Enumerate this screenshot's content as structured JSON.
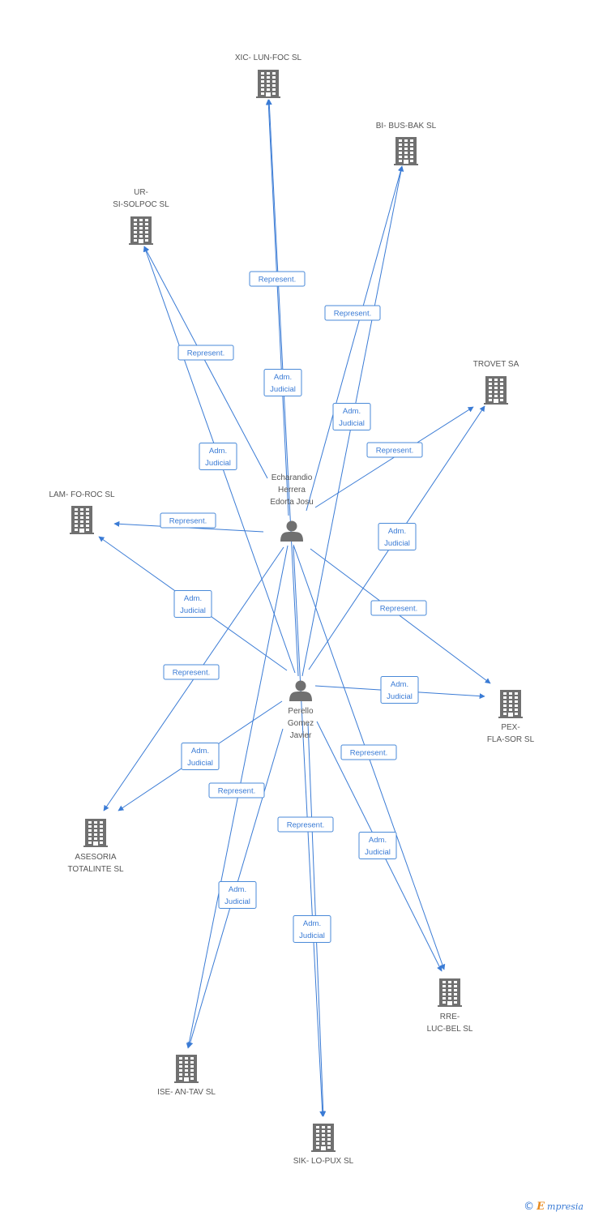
{
  "colors": {
    "edge": "#3a7bd5",
    "icon": "#707070",
    "text": "#555555"
  },
  "persons": [
    {
      "id": "p1",
      "name_lines": [
        "Echarandio",
        "Herrera",
        "Edorta Josu"
      ],
      "icon": "person-icon"
    },
    {
      "id": "p2",
      "name_lines": [
        "Perello",
        "Gomez",
        "Javier"
      ],
      "icon": "person-icon"
    }
  ],
  "companies": [
    {
      "id": "c1",
      "name_lines": [
        "XIC- LUN-FOC SL"
      ],
      "icon": "building-icon"
    },
    {
      "id": "c2",
      "name_lines": [
        "BI- BUS-BAK SL"
      ],
      "icon": "building-icon"
    },
    {
      "id": "c3",
      "name_lines": [
        "UR-",
        "SI-SOLPOC SL"
      ],
      "icon": "building-icon"
    },
    {
      "id": "c4",
      "name_lines": [
        "TROVET SA"
      ],
      "icon": "building-icon"
    },
    {
      "id": "c5",
      "name_lines": [
        "LAM- FO-ROC SL"
      ],
      "icon": "building-icon"
    },
    {
      "id": "c6",
      "name_lines": [
        "PEX-",
        "FLA-SOR SL"
      ],
      "icon": "building-icon"
    },
    {
      "id": "c7",
      "name_lines": [
        "ASESORIA",
        "TOTALINTE SL"
      ],
      "icon": "building-icon"
    },
    {
      "id": "c8",
      "name_lines": [
        "RRE-",
        "LUC-BEL SL"
      ],
      "icon": "building-icon"
    },
    {
      "id": "c9",
      "name_lines": [
        "ISE- AN-TAV SL"
      ],
      "icon": "building-icon"
    },
    {
      "id": "c10",
      "name_lines": [
        "SIK- LO-PUX SL"
      ],
      "icon": "building-icon"
    }
  ],
  "edges": [
    {
      "from": "p1",
      "to": "c1",
      "label_lines": [
        "Represent."
      ]
    },
    {
      "from": "p2",
      "to": "c1",
      "label_lines": [
        "Adm.",
        "Judicial"
      ]
    },
    {
      "from": "p1",
      "to": "c2",
      "label_lines": [
        "Represent."
      ]
    },
    {
      "from": "p2",
      "to": "c2",
      "label_lines": [
        "Adm.",
        "Judicial"
      ]
    },
    {
      "from": "p1",
      "to": "c3",
      "label_lines": [
        "Represent."
      ]
    },
    {
      "from": "p2",
      "to": "c3",
      "label_lines": [
        "Adm.",
        "Judicial"
      ]
    },
    {
      "from": "p1",
      "to": "c4",
      "label_lines": [
        "Represent."
      ]
    },
    {
      "from": "p2",
      "to": "c4",
      "label_lines": [
        "Adm.",
        "Judicial"
      ]
    },
    {
      "from": "p1",
      "to": "c5",
      "label_lines": [
        "Represent."
      ]
    },
    {
      "from": "p2",
      "to": "c5",
      "label_lines": [
        "Adm.",
        "Judicial"
      ]
    },
    {
      "from": "p1",
      "to": "c6",
      "label_lines": [
        "Represent."
      ]
    },
    {
      "from": "p2",
      "to": "c6",
      "label_lines": [
        "Adm.",
        "Judicial"
      ]
    },
    {
      "from": "p1",
      "to": "c7",
      "label_lines": [
        "Represent."
      ]
    },
    {
      "from": "p2",
      "to": "c7",
      "label_lines": [
        "Adm.",
        "Judicial"
      ]
    },
    {
      "from": "p1",
      "to": "c8",
      "label_lines": [
        "Represent."
      ]
    },
    {
      "from": "p2",
      "to": "c8",
      "label_lines": [
        "Adm.",
        "Judicial"
      ]
    },
    {
      "from": "p2",
      "to": "c9",
      "label_lines": [
        "Represent."
      ]
    },
    {
      "from": "p1",
      "to": "c9",
      "label_lines": [
        "Adm.",
        "Judicial"
      ]
    },
    {
      "from": "p2",
      "to": "c10",
      "label_lines": [
        "Represent."
      ]
    },
    {
      "from": "p1",
      "to": "c10",
      "label_lines": [
        "Adm.",
        "Judicial"
      ]
    }
  ],
  "footer": {
    "copyright_symbol": "©",
    "brand_initial": "E",
    "brand_rest": "mpresia"
  }
}
